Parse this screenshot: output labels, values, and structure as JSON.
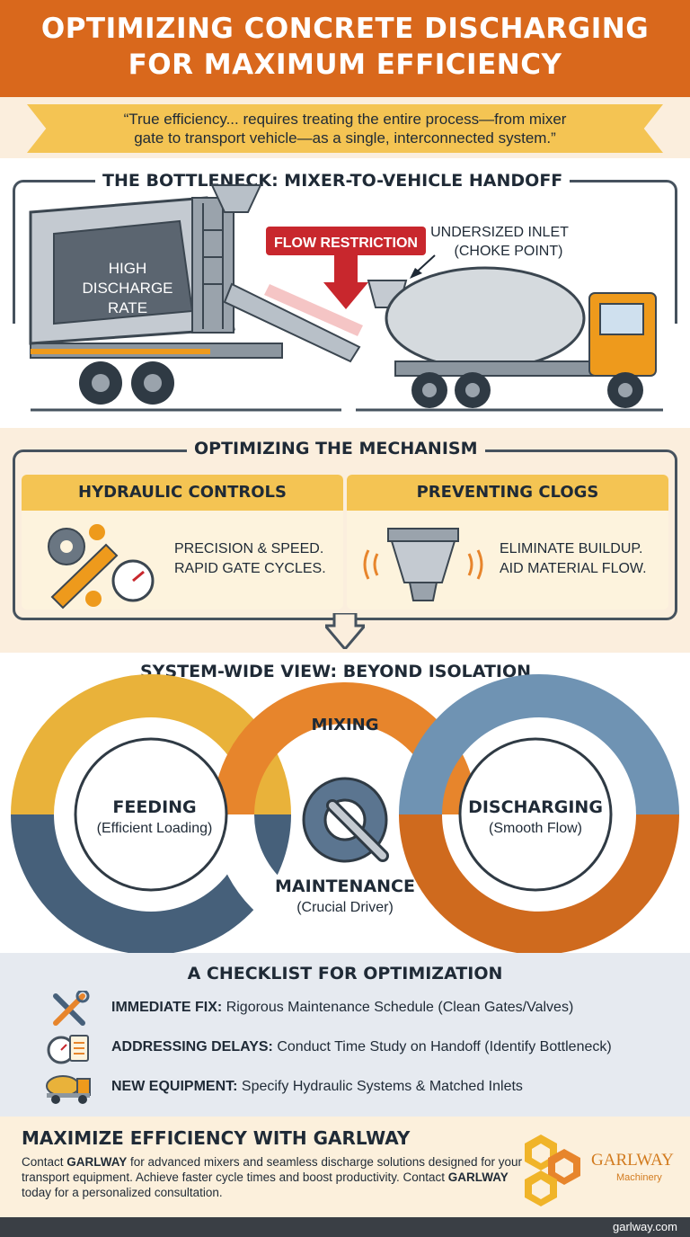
{
  "header": {
    "title_line1": "OPTIMIZING CONCRETE DISCHARGING",
    "title_line2": "FOR MAXIMUM EFFICIENCY"
  },
  "quote": {
    "line1": "“True efficiency... requires treating the entire process—from mixer",
    "line2": "gate to transport vehicle—as a single, interconnected system.”"
  },
  "bottleneck": {
    "title": "THE BOTTLENECK: MIXER-TO-VEHICLE HANDOFF",
    "mixer_label": [
      "HIGH",
      "DISCHARGE",
      "RATE"
    ],
    "flow_label": "FLOW RESTRICTION",
    "inlet_label": [
      "UNDERSIZED INLET",
      "(CHOKE POINT)"
    ]
  },
  "mechanism": {
    "title": "OPTIMIZING THE MECHANISM",
    "cards": [
      {
        "title": "HYDRAULIC CONTROLS",
        "lines": [
          "PRECISION & SPEED.",
          "RAPID GATE CYCLES."
        ]
      },
      {
        "title": "PREVENTING CLOGS",
        "lines": [
          "ELIMINATE BUILDUP.",
          "AID MATERIAL FLOW."
        ]
      }
    ]
  },
  "system": {
    "title": "SYSTEM-WIDE VIEW: BEYOND ISOLATION",
    "mixing": "MIXING",
    "feeding": "FEEDING",
    "feeding_sub": "(Efficient Loading)",
    "discharging": "DISCHARGING",
    "discharging_sub": "(Smooth Flow)",
    "maintenance": "MAINTENANCE",
    "maintenance_sub": "(Crucial Driver)"
  },
  "checklist": {
    "title": "A CHECKLIST FOR OPTIMIZATION",
    "items": [
      {
        "icon": "tools-icon",
        "label": "IMMEDIATE FIX:",
        "text": " Rigorous Maintenance Schedule (Clean Gates/Valves)"
      },
      {
        "icon": "stopwatch-clipboard-icon",
        "label": "ADDRESSING DELAYS:",
        "text": " Conduct Time Study on Handoff (Identify Bottleneck)"
      },
      {
        "icon": "mixer-truck-icon",
        "label": "NEW EQUIPMENT:",
        "text": " Specify Hydraulic Systems & Matched Inlets"
      }
    ]
  },
  "cta": {
    "title": "MAXIMIZE EFFICIENCY WITH GARLWAY",
    "body_1": "Contact ",
    "brand": "GARLWAY",
    "body_2": " for advanced mixers and seamless discharge solutions designed for your transport equipment. Achieve faster cycle times and boost productivity. Contact ",
    "body_3": " today for a personalized consultation.",
    "logo_name": "GARLWAY",
    "logo_sub": "Machinery"
  },
  "footer": {
    "url": "garlway.com"
  },
  "colors": {
    "header_orange": "#d9681c",
    "ribbon_yellow": "#f4c453",
    "cream": "#fbeedd",
    "slate_blue": "#46607a",
    "light_blue": "#6f93b3",
    "loop_orange": "#e7852c",
    "loop_dark_orange": "#cf6a1e",
    "loop_yellow": "#e9b23a",
    "red_arrow": "#c8272d",
    "truck_orange": "#ee9a1c"
  }
}
